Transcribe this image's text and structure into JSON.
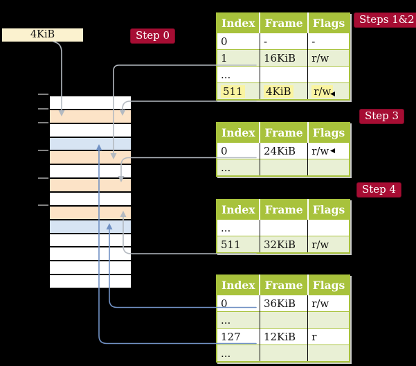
{
  "colors": {
    "background": "#000000",
    "table_header_green": "#A8C23C",
    "table_row_light_green": "#E9F0D5",
    "memory_page_table_orange": "#FCE3C7",
    "memory_mapped_page_blue": "#D7E4F3",
    "highlight_yellow": "#FAF4A0",
    "step_label_red": "#A60D33",
    "address_label_cream": "#FBF2CF",
    "gray_connector": "#B4BAC1",
    "blue_connector": "#7191C4"
  },
  "address_label": {
    "text": "4KiB"
  },
  "step_labels": [
    {
      "id": "step-0",
      "text": "Step 0"
    },
    {
      "id": "steps-1-2",
      "text": "Steps 1&2"
    },
    {
      "id": "step-3",
      "text": "Step 3"
    },
    {
      "id": "step-4",
      "text": "Step 4"
    }
  ],
  "memory": {
    "rows": [
      "empty",
      "table",
      "empty",
      "page",
      "table",
      "empty",
      "table",
      "empty",
      "table",
      "page",
      "empty",
      "empty",
      "empty",
      "empty"
    ]
  },
  "page_tables": [
    {
      "headers": [
        "Index",
        "Frame",
        "Flags"
      ],
      "rows": [
        {
          "cells": [
            "0",
            "-",
            "-"
          ]
        },
        {
          "cells": [
            "1",
            "16KiB",
            "r/w"
          ]
        },
        {
          "cells": [
            "...",
            "",
            ""
          ]
        },
        {
          "cells": [
            "511",
            "4KiB",
            "r/w"
          ],
          "highlight": true
        }
      ]
    },
    {
      "headers": [
        "Index",
        "Frame",
        "Flags"
      ],
      "rows": [
        {
          "cells": [
            "0",
            "24KiB",
            "r/w"
          ]
        },
        {
          "cells": [
            "...",
            "",
            ""
          ]
        }
      ]
    },
    {
      "headers": [
        "Index",
        "Frame",
        "Flags"
      ],
      "rows": [
        {
          "cells": [
            "...",
            "",
            ""
          ]
        },
        {
          "cells": [
            "511",
            "32KiB",
            "r/w"
          ]
        }
      ]
    },
    {
      "headers": [
        "Index",
        "Frame",
        "Flags"
      ],
      "rows": [
        {
          "cells": [
            "0",
            "36KiB",
            "r/w"
          ]
        },
        {
          "cells": [
            "...",
            "",
            ""
          ]
        },
        {
          "cells": [
            "127",
            "12KiB",
            "r"
          ]
        },
        {
          "cells": [
            "...",
            "",
            ""
          ]
        }
      ]
    }
  ]
}
